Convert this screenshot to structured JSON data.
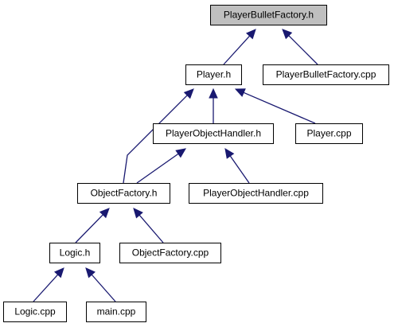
{
  "diagram": {
    "type": "include-dependency-graph",
    "colors": {
      "edge": "#191970",
      "node_fill": "#ffffff",
      "root_fill": "#bfbfbf",
      "node_border": "#000000"
    },
    "nodes": [
      {
        "id": "playerbulletfactory-h",
        "label": "PlayerBulletFactory.h",
        "root": true
      },
      {
        "id": "player-h",
        "label": "Player.h"
      },
      {
        "id": "playerbulletfactory-cpp",
        "label": "PlayerBulletFactory.cpp"
      },
      {
        "id": "playerobjecthandler-h",
        "label": "PlayerObjectHandler.h"
      },
      {
        "id": "player-cpp",
        "label": "Player.cpp"
      },
      {
        "id": "objectfactory-h",
        "label": "ObjectFactory.h"
      },
      {
        "id": "playerobjecthandler-cpp",
        "label": "PlayerObjectHandler.cpp"
      },
      {
        "id": "logic-h",
        "label": "Logic.h"
      },
      {
        "id": "objectfactory-cpp",
        "label": "ObjectFactory.cpp"
      },
      {
        "id": "logic-cpp",
        "label": "Logic.cpp"
      },
      {
        "id": "main-cpp",
        "label": "main.cpp"
      }
    ],
    "edges": [
      {
        "from": "player-h",
        "to": "playerbulletfactory-h"
      },
      {
        "from": "playerbulletfactory-cpp",
        "to": "playerbulletfactory-h"
      },
      {
        "from": "playerobjecthandler-h",
        "to": "player-h"
      },
      {
        "from": "player-cpp",
        "to": "player-h"
      },
      {
        "from": "objectfactory-h",
        "to": "player-h"
      },
      {
        "from": "objectfactory-h",
        "to": "playerobjecthandler-h"
      },
      {
        "from": "playerobjecthandler-cpp",
        "to": "playerobjecthandler-h"
      },
      {
        "from": "logic-h",
        "to": "objectfactory-h"
      },
      {
        "from": "objectfactory-cpp",
        "to": "objectfactory-h"
      },
      {
        "from": "logic-cpp",
        "to": "logic-h"
      },
      {
        "from": "main-cpp",
        "to": "logic-h"
      }
    ]
  }
}
